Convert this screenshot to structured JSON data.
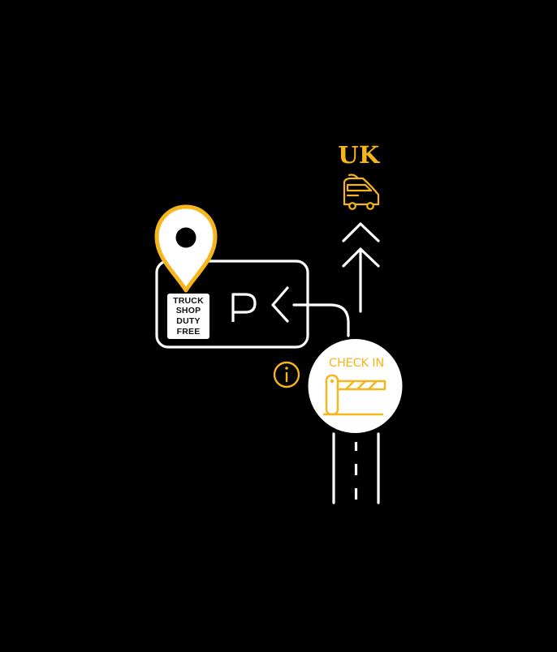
{
  "destination": {
    "label": "UK"
  },
  "shop_sign": {
    "lines": [
      "TRUCK",
      "SHOP",
      "DUTY",
      "FREE"
    ]
  },
  "parking": {
    "label": "P"
  },
  "checkin": {
    "label": "CHECK IN"
  },
  "colors": {
    "accent": "#f5b51b",
    "line": "#ffffff",
    "background": "#000000"
  },
  "icons": [
    "vehicle-icon",
    "up-arrow-icon",
    "location-pin-icon",
    "parking-icon",
    "info-icon",
    "barrier-gate-icon",
    "road-icon"
  ]
}
